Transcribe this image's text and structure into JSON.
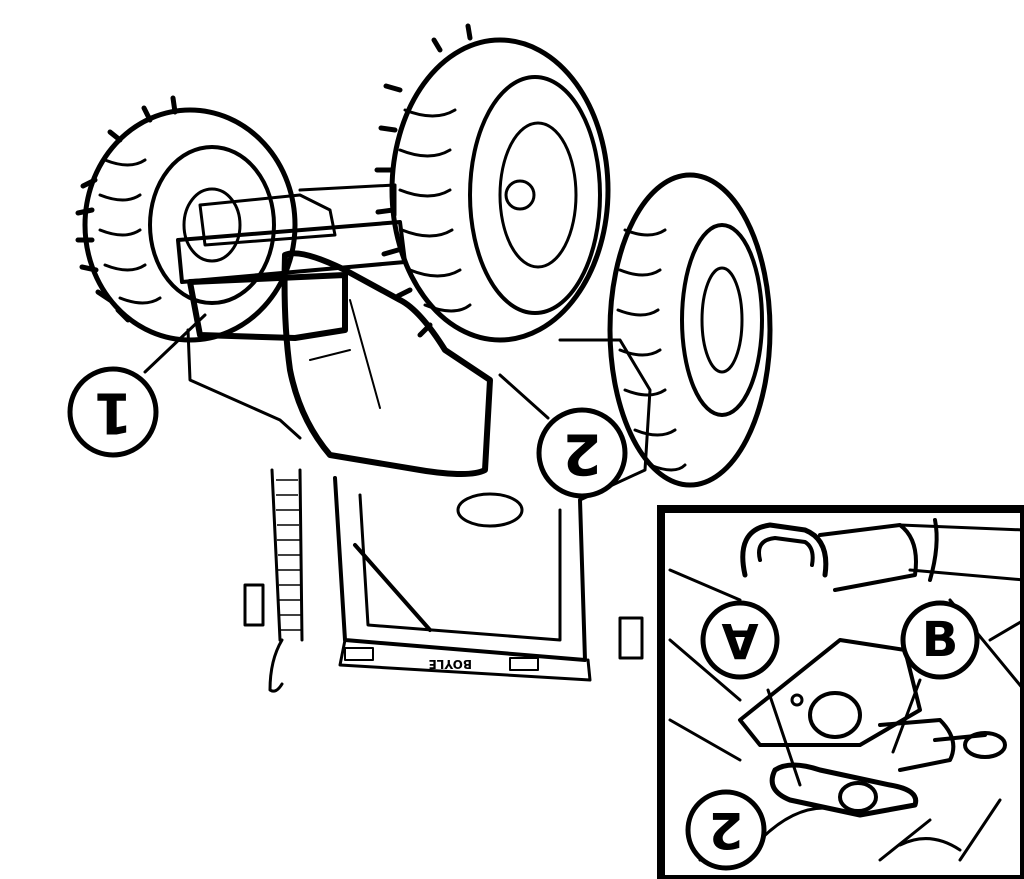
{
  "figure": {
    "callouts_main": [
      {
        "id": "callout-1",
        "label": "1",
        "target": "front-guard-panel"
      },
      {
        "id": "callout-2",
        "label": "2",
        "target": "underside-shield"
      }
    ],
    "inset": {
      "callouts": [
        {
          "id": "inset-callout-a",
          "label": "A",
          "target": "hitch-plate"
        },
        {
          "id": "inset-callout-b",
          "label": "B",
          "target": "retaining-pin"
        },
        {
          "id": "inset-callout-2",
          "label": "2",
          "target": "shield-mount"
        }
      ]
    },
    "nameplate_text": "BOYLE",
    "colors": {
      "ink": "#000000",
      "paper": "#ffffff"
    }
  }
}
